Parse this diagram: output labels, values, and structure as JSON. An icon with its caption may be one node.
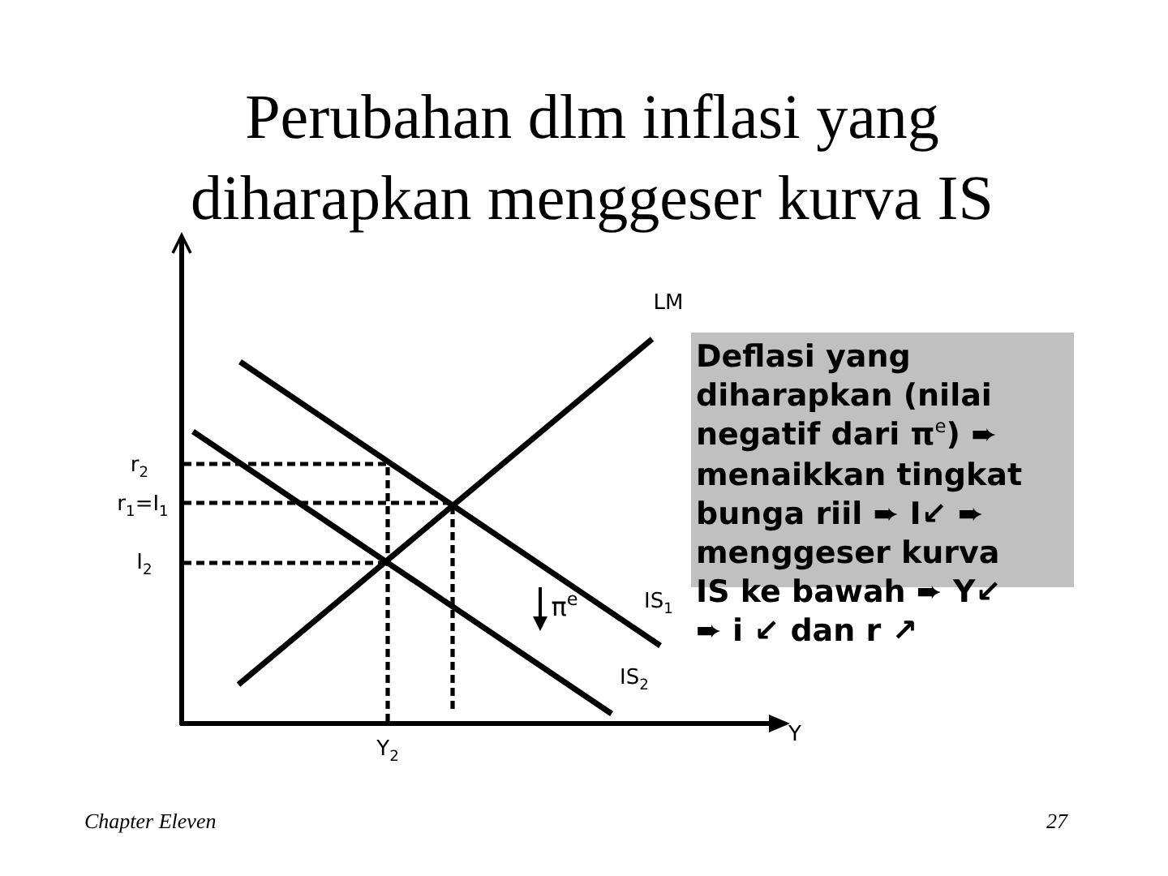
{
  "diagram": {
    "title": "Perubahan dlm inflasi yang diharapkan menggeser kurva IS",
    "nodes": [
      {
        "text": [
          "Deflasi yang diharapkan (nilai negatif dari π$^{e}$) ➨ menaikkan tingkat bunga riil ➨ I↙ ➨ menggeser kurva IS ke bawah ➨ Y↙ ➨ i ↙ dan r ↗"
        ]
      }
    ],
    "labels": [
      "LM",
      "r$_{2}$",
      "r$_{1}$=I$_{1}$",
      "I$_{2}$",
      "π$^{e}$",
      "IS$_{1}$",
      "IS$_{2}$",
      "Y$_{2}$",
      "Y",
      "Chapter Eleven",
      "27"
    ]
  }
}
